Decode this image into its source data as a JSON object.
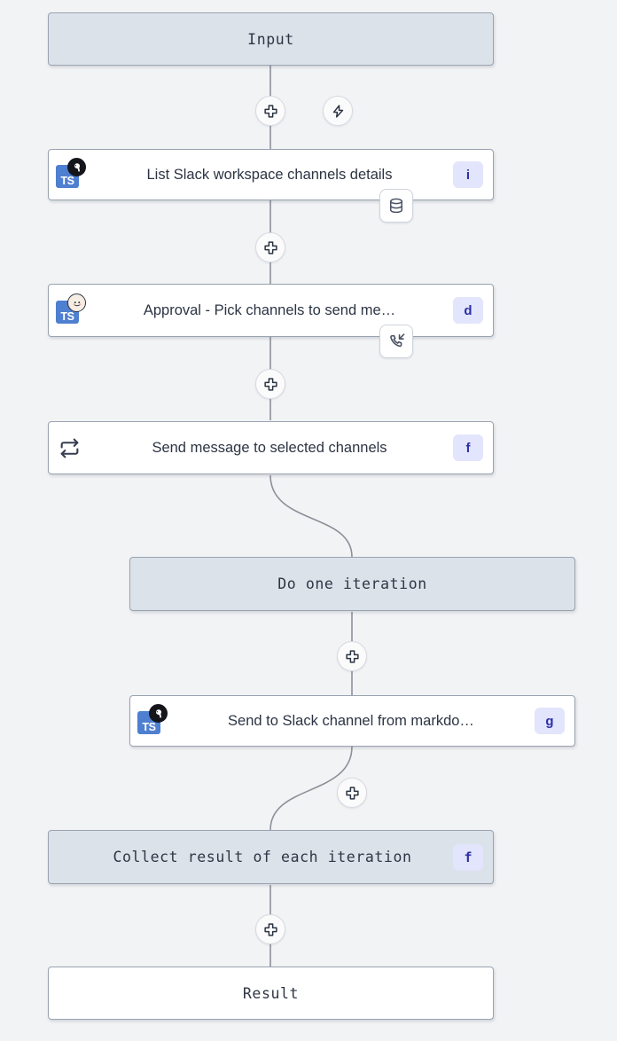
{
  "graph": {
    "background_color": "#f2f3f5",
    "edge_color": "#8b9099",
    "tinted_node_color": "#dce2ea",
    "badge_bg_color": "#e2e5fb",
    "badge_text_color": "#2d2fa6",
    "ts_icon_color": "#4e7fd0"
  },
  "nodes": {
    "input": {
      "label": "Input",
      "kind": "terminal",
      "style": "tinted"
    },
    "result": {
      "label": "Result",
      "kind": "terminal",
      "style": "plain"
    },
    "list_channels": {
      "label": "List Slack workspace channels details",
      "badge": "i",
      "language_icon": "typescript-deno-icon",
      "language_text": "TS",
      "side_icon": "database-icon"
    },
    "approval": {
      "label": "Approval - Pick channels to send me…",
      "badge": "d",
      "language_icon": "typescript-approval-icon",
      "language_text": "TS",
      "side_icon": "phone-incoming-icon"
    },
    "forloop": {
      "label": "Send message to selected channels",
      "badge": "f",
      "icon": "loop-icon"
    },
    "do_one_iteration": {
      "label": "Do one iteration",
      "kind": "terminal",
      "style": "tinted"
    },
    "send_markdown": {
      "label": "Send to Slack channel from markdo…",
      "badge": "g",
      "language_icon": "typescript-deno-icon",
      "language_text": "TS"
    },
    "collect_result": {
      "label": "Collect result of each iteration",
      "badge": "f",
      "kind": "terminal",
      "style": "tinted"
    }
  },
  "controls": {
    "add_step": "add-step-plus-icon",
    "add_trigger": "add-trigger-bolt-icon",
    "plus_count": 5
  }
}
